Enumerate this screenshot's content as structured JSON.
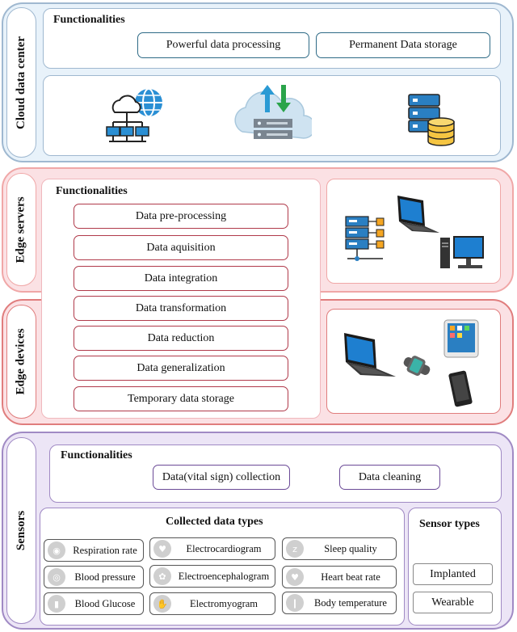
{
  "cloud": {
    "side_label": "Cloud data center",
    "heading": "Functionalities",
    "functions": [
      "Powerful data processing",
      "Permanent Data storage"
    ],
    "colors": {
      "border": "#9fb8d0",
      "fill": "#e8f2fa",
      "pill": "#2e6a86"
    }
  },
  "edge_servers": {
    "side_label": "Edge servers",
    "colors": {
      "border": "#f0a7a7",
      "fill": "#fbe1e4"
    }
  },
  "edge_devices": {
    "side_label": "Edge devices",
    "colors": {
      "border": "#e07d7d",
      "fill": "#fbe1e4"
    }
  },
  "edge_functions": {
    "heading": "Functionalities",
    "items": [
      "Data pre-processing",
      "Data aquisition",
      "Data integration",
      "Data transformation",
      "Data reduction",
      "Data generalization",
      "Temporary data storage"
    ],
    "colors": {
      "pill": "#b03a4a"
    }
  },
  "sensors": {
    "side_label": "Sensors",
    "heading": "Functionalities",
    "functions": [
      "Data(vital sign) collection",
      "Data cleaning"
    ],
    "collected_heading": "Collected data types",
    "data_types": [
      {
        "label": "Respiration rate",
        "icon": "lungs-icon"
      },
      {
        "label": "Electrocardiogram",
        "icon": "heart-ecg-icon"
      },
      {
        "label": "Sleep quality",
        "icon": "sleep-icon"
      },
      {
        "label": "Blood pressure",
        "icon": "blood-pressure-icon"
      },
      {
        "label": "Electroencephalogram",
        "icon": "brain-icon"
      },
      {
        "label": "Heart beat rate",
        "icon": "heart-rate-icon"
      },
      {
        "label": "Blood Glucose",
        "icon": "glucose-icon"
      },
      {
        "label": "Electromyogram",
        "icon": "muscle-icon"
      },
      {
        "label": "Body temperature",
        "icon": "thermometer-icon"
      }
    ],
    "sensor_types_heading": "Sensor types",
    "sensor_types": [
      "Implanted",
      "Wearable"
    ],
    "colors": {
      "border": "#a08ac4",
      "fill": "#ece5f6",
      "pill": "#6b4a97"
    }
  }
}
